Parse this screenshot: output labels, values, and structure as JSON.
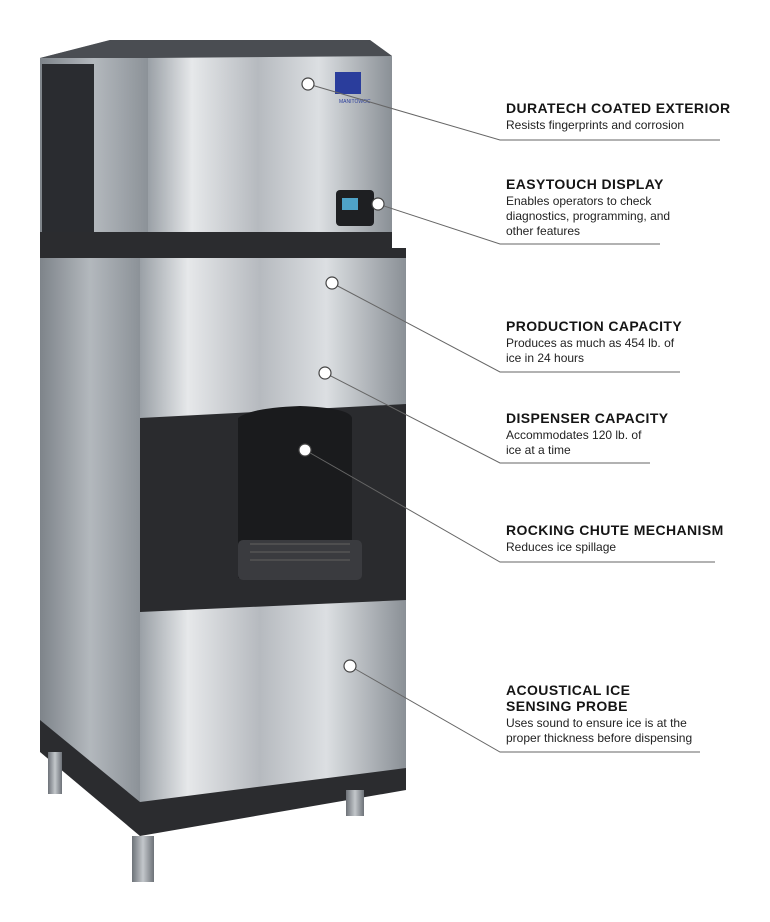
{
  "brand": {
    "logo_text": "MANITOWOC",
    "logo_color": "#2a3d9c"
  },
  "colors": {
    "steel_light": "#c9ccd0",
    "steel_dark": "#7b8087",
    "panel_black": "#1f2023",
    "line": "#666666"
  },
  "callouts": [
    {
      "title": "DURATECH COATED EXTERIOR",
      "description": "Resists fingerprints and corrosion"
    },
    {
      "title": "EASYTOUCH DISPLAY",
      "description": "Enables operators to check diagnostics, programming, and other features"
    },
    {
      "title": "PRODUCTION CAPACITY",
      "description": "Produces as much as 454 lb. of ice in 24 hours"
    },
    {
      "title": "DISPENSER CAPACITY",
      "description": "Accommodates 120 lb. of ice at a time"
    },
    {
      "title": "ROCKING CHUTE MECHANISM",
      "description": "Reduces ice spillage"
    },
    {
      "title": "ACOUSTICAL ICE SENSING PROBE",
      "description": "Uses sound to ensure ice is at the proper thickness before dispensing"
    }
  ]
}
